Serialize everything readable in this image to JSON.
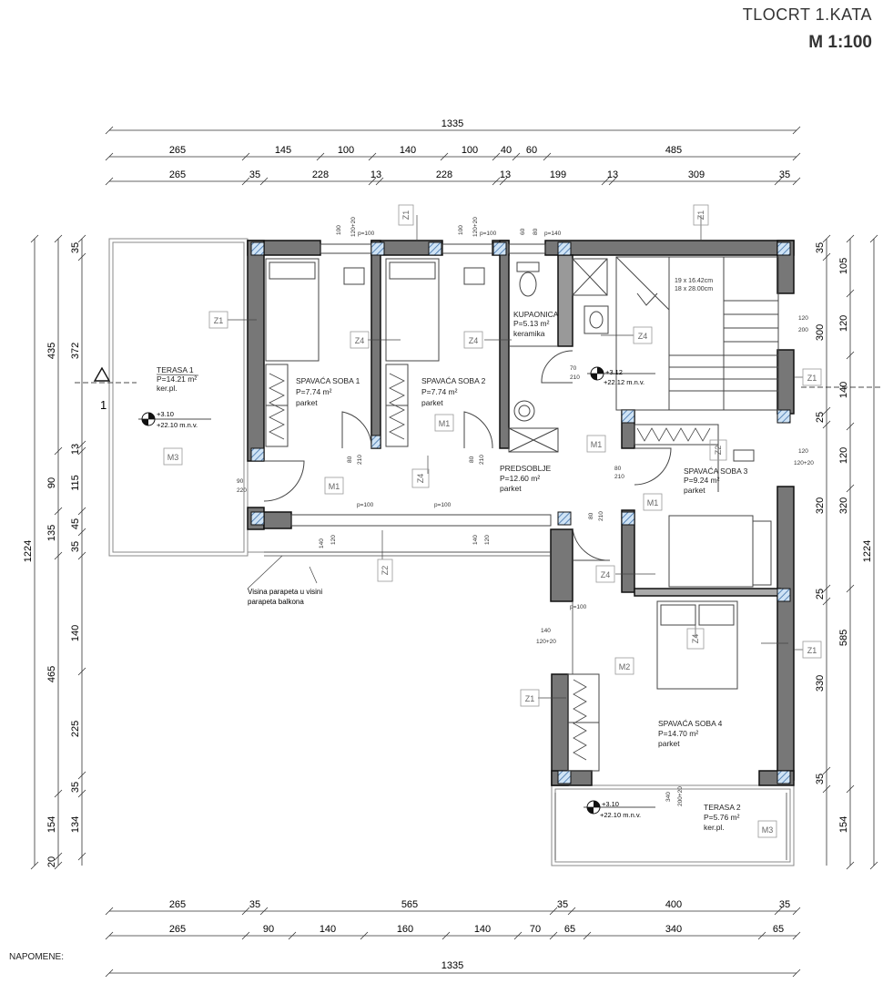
{
  "header": {
    "title": "TLOCRT 1.KATA",
    "scale": "M 1:100"
  },
  "notes_label": "NAPOMENE:",
  "dimensions": {
    "top_total": "1335",
    "top_row2": [
      "265",
      "145",
      "100",
      "140",
      "100",
      "40",
      "60",
      "485"
    ],
    "top_row3": [
      "265",
      "35",
      "228",
      "13",
      "228",
      "13",
      "199",
      "13",
      "309",
      "35"
    ],
    "bottom_row1": [
      "265",
      "35",
      "565",
      "35",
      "400",
      "35"
    ],
    "bottom_row2": [
      "265",
      "90",
      "140",
      "160",
      "140",
      "70",
      "65",
      "340",
      "65"
    ],
    "bottom_total": "1335",
    "left_total": "1224",
    "left_row2": [
      "435",
      "90",
      "135",
      "465",
      "154",
      "20"
    ],
    "left_row3": [
      "35",
      "372",
      "13",
      "115",
      "45",
      "35",
      "140",
      "225",
      "35",
      "134"
    ],
    "right_total": "1224",
    "right_row2": [
      "105",
      "120",
      "140",
      "120",
      "320",
      "585",
      "154"
    ],
    "right_row3": [
      "35",
      "300",
      "25",
      "320",
      "25",
      "330",
      "35"
    ]
  },
  "rooms": [
    {
      "name": "TERASA 1",
      "area": "P=14.21 m²",
      "finish": "ker.pl."
    },
    {
      "name": "SPAVAĆA SOBA 1",
      "area": "P=7.74 m²",
      "finish": "parket"
    },
    {
      "name": "SPAVAĆA SOBA 2",
      "area": "P=7.74 m²",
      "finish": "parket"
    },
    {
      "name": "KUPAONICA",
      "area": "P=5.13 m²",
      "finish": "keramika"
    },
    {
      "name": "PREDSOBLJE",
      "area": "P=12.60 m²",
      "finish": "parket"
    },
    {
      "name": "SPAVAĆA SOBA 3",
      "area": "P=9.24 m²",
      "finish": "parket"
    },
    {
      "name": "SPAVAĆA SOBA 4",
      "area": "P=14.70 m²",
      "finish": "parket"
    },
    {
      "name": "TERASA 2",
      "area": "P=5.76 m²",
      "finish": "ker.pl."
    }
  ],
  "levels": [
    {
      "a": "+3.10",
      "b": "+22.10 m.n.v."
    },
    {
      "a": "+3.12",
      "b": "+22.12 m.n.v."
    },
    {
      "a": "+3.10",
      "b": "+22.10 m.n.v."
    }
  ],
  "stairs": {
    "line1": "19 x 16.42cm",
    "line2": "18 x 28.00cm"
  },
  "parapet_note": [
    "Visina parapeta u visini",
    "parapeta balkona"
  ],
  "section_mark": "1",
  "tags": {
    "z1": "Z1",
    "z2": "Z2",
    "z4": "Z4",
    "m1": "M1",
    "m2": "M2",
    "m3": "M3"
  },
  "openings": {
    "w_top1": [
      "100",
      "120+20",
      "p=100"
    ],
    "w_top2": [
      "100",
      "120+20",
      "p=100"
    ],
    "w_bath": [
      "60",
      "80",
      "p=140"
    ],
    "d_s1": [
      "80",
      "210"
    ],
    "d_s2": [
      "80",
      "210"
    ],
    "d_bath": [
      "70",
      "210"
    ],
    "d_terrace": [
      "90",
      "220"
    ],
    "d_s3": [
      "80",
      "210"
    ],
    "d_s4": [
      "80",
      "210"
    ],
    "bal_left": [
      "p=100",
      "140",
      "120"
    ],
    "bal_right": [
      "p=100",
      "140",
      "120"
    ],
    "w_right1": [
      "120",
      "200"
    ],
    "w_right2": [
      "120",
      "120+20"
    ],
    "w_s4_left": [
      "p=100",
      "140",
      "120+20"
    ],
    "w_s4_bottom": [
      "340",
      "200+20"
    ]
  }
}
